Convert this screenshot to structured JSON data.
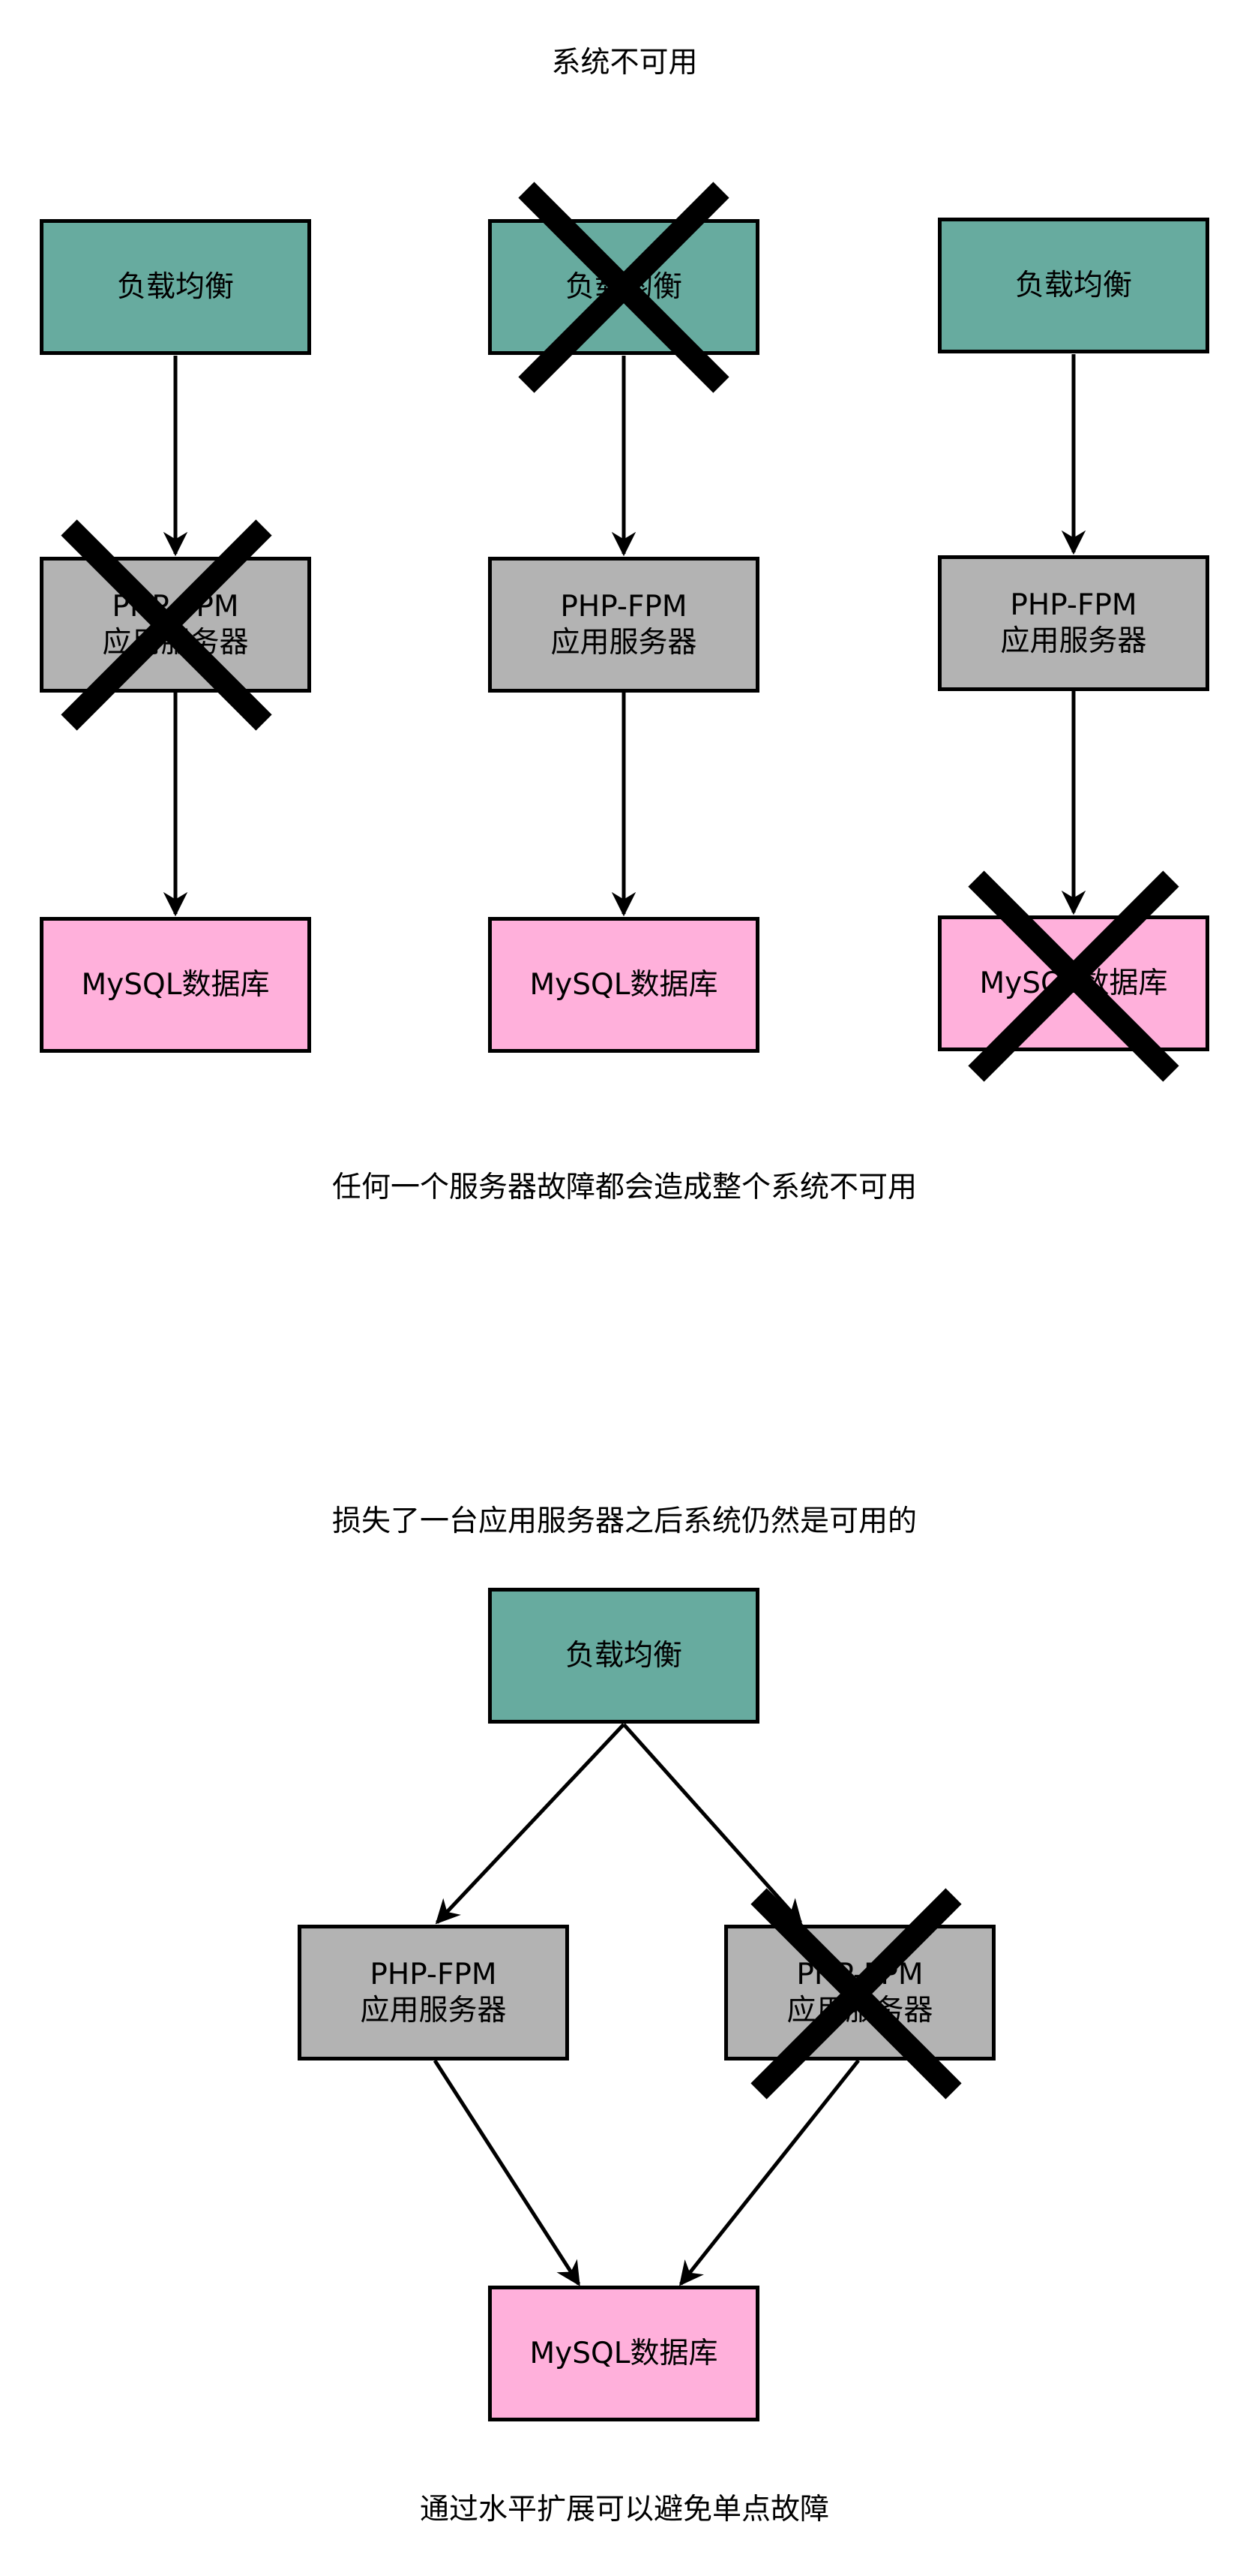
{
  "colors": {
    "load_balancer_fill": "#67ab9f",
    "app_server_fill": "#b3b3b3",
    "database_fill": "#ffb0db",
    "stroke": "#000000",
    "failure_cross": "#000000"
  },
  "top": {
    "title": "系统不可用",
    "caption": "任何一个服务器故障都会造成整个系统不可用",
    "columns": [
      {
        "load_balancer": "负载均衡",
        "app_server": {
          "line1": "PHP-FPM",
          "line2": "应用服务器"
        },
        "database": "MySQL数据库",
        "failed_component": "app_server"
      },
      {
        "load_balancer": "负载均衡",
        "app_server": {
          "line1": "PHP-FPM",
          "line2": "应用服务器"
        },
        "database": "MySQL数据库",
        "failed_component": "load_balancer"
      },
      {
        "load_balancer": "负载均衡",
        "app_server": {
          "line1": "PHP-FPM",
          "line2": "应用服务器"
        },
        "database": "MySQL数据库",
        "failed_component": "database"
      }
    ]
  },
  "bottom": {
    "title": "损失了一台应用服务器之后系统仍然是可用的",
    "load_balancer": "负载均衡",
    "app_servers": [
      {
        "line1": "PHP-FPM",
        "line2": "应用服务器",
        "failed": false
      },
      {
        "line1": "PHP-FPM",
        "line2": "应用服务器",
        "failed": true
      }
    ],
    "database": "MySQL数据库",
    "caption": "通过水平扩展可以避免单点故障"
  }
}
